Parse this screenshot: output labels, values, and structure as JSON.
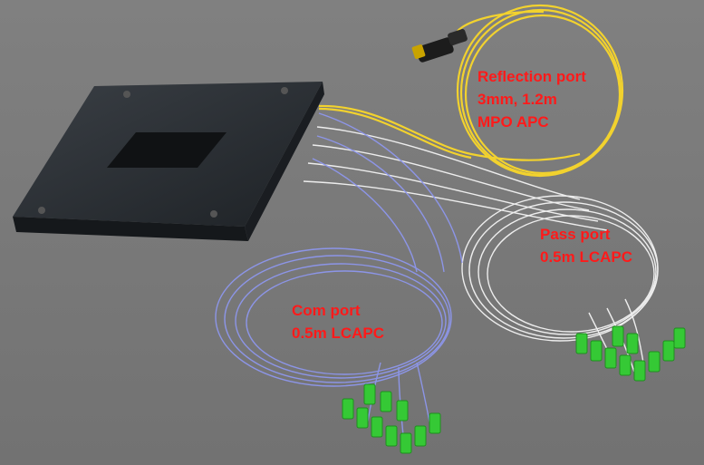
{
  "labels": {
    "reflection": {
      "line1": "Reflection port",
      "line2": "3mm, 1.2m",
      "line3": "MPO APC"
    },
    "pass": {
      "line1": "Pass port",
      "line2": "0.5m LCAPC"
    },
    "com": {
      "line1": "Com port",
      "line2": "0.5m LCAPC"
    }
  },
  "colors": {
    "background": "#7a7a7a",
    "module_body": "#22262b",
    "reflection_fiber": "#f2d22e",
    "pass_fiber": "#f4f4f4",
    "com_fiber": "#8e97ee",
    "lc_connector": "#35c935",
    "mpo_connector": "#1c1c1c",
    "label_text": "#ff1a1a"
  }
}
